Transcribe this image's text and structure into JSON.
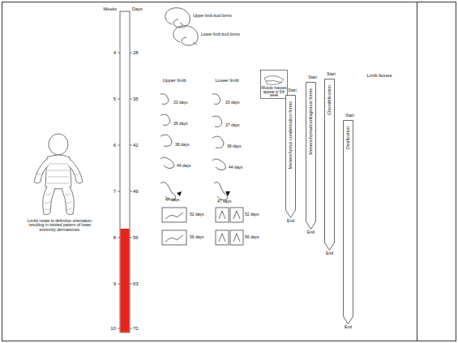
{
  "diagram": {
    "nodes": [
      {
        "text": [
          "Muscle masses appear in 5th week"
        ]
      },
      {
        "text": [
          "Start",
          "Mesenchymal condensation forms",
          "End"
        ]
      },
      {
        "text": [
          "Start",
          "Mesenchymal/cartilaginous forms",
          "End"
        ]
      },
      {
        "text": [
          "Start",
          "Chondrification",
          "End"
        ]
      },
      {
        "text": [
          "Start",
          "Ossification",
          "End"
        ]
      }
    ],
    "labels": [
      "Weeks",
      "Days",
      "4",
      "5",
      "6",
      "7",
      "8",
      "9",
      "10",
      "28",
      "35",
      "42",
      "49",
      "56",
      "63",
      "70",
      "Upper limb bud forms",
      "Lower limb bud forms",
      "Upper limb",
      "Lower limb",
      "33 days",
      "36 days",
      "38 days",
      "44 days",
      "47 days",
      "52 days",
      "56 days",
      "33 days",
      "37 days",
      "38 days",
      "44 days",
      "47 days",
      "52 days",
      "56 days",
      "Limb bones",
      "Limbs rotate to definitive orientation, resulting in twisted pattern of lower extremity dermatomes."
    ]
  }
}
